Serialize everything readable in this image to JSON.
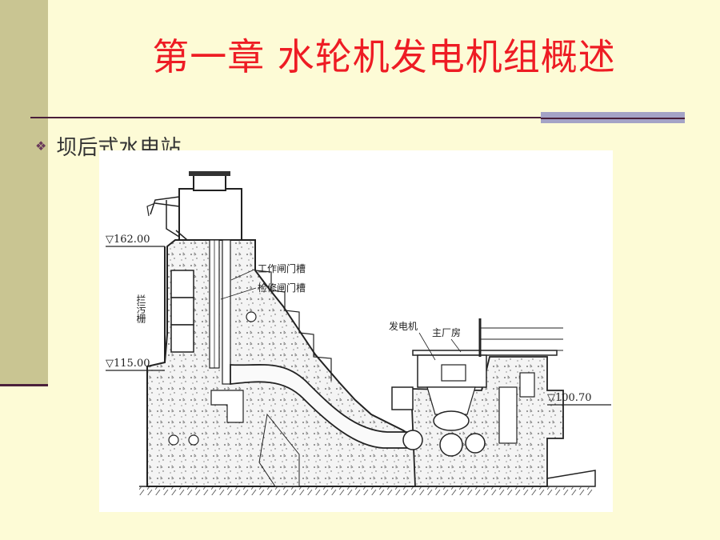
{
  "slide": {
    "title": "第一章 水轮机发电机组概述",
    "bullet": "坝后式水电站"
  },
  "figure": {
    "labels": {
      "elev_162": "▽162.00",
      "elev_115": "▽115.00",
      "elev_100": "▽100.70",
      "work_gate_slot": "工作闸门槽",
      "maint_gate_slot": "检修闸门槽",
      "trash_rack": "拦污栅",
      "generator": "发电机",
      "powerhouse": "主厂房"
    }
  },
  "colors": {
    "title": "#ee1c24",
    "background": "#fdfbd6",
    "band": "#c9c592",
    "accent_line": "#4a1f3a"
  }
}
